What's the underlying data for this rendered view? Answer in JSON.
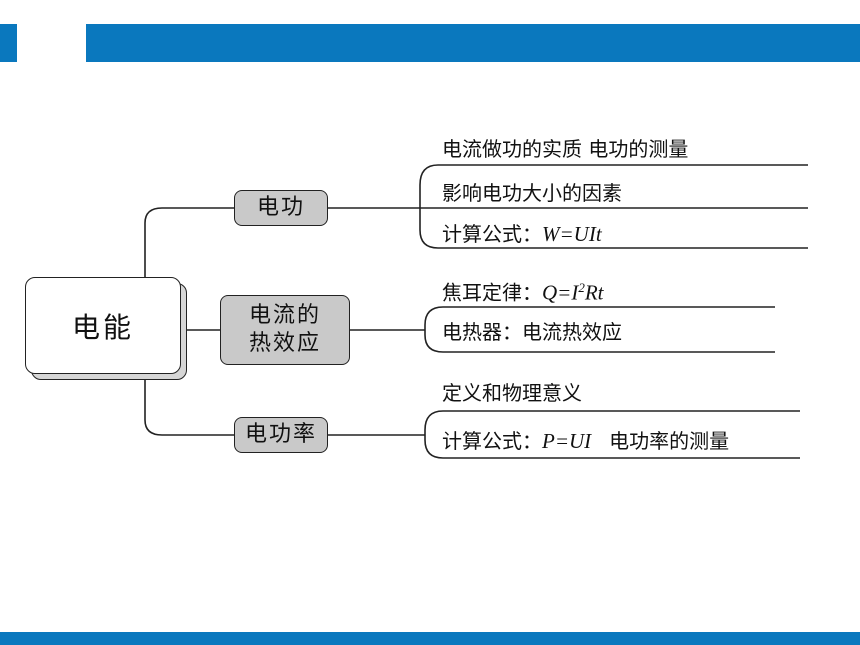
{
  "colors": {
    "header_bar": "#0a78be",
    "branch_fill": "#c9c9c9",
    "root_fill": "#ffffff"
  },
  "root": {
    "label": "电能"
  },
  "branches": [
    {
      "label": "电功",
      "leaves": [
        {
          "text": "电流做功的实质  电功的测量"
        },
        {
          "text": "影响电功大小的因素"
        },
        {
          "prefix": "计算公式：",
          "formula": "W=UIt"
        }
      ]
    },
    {
      "label_line1": "电流的",
      "label_line2": "热效应",
      "leaves": [
        {
          "prefix": "焦耳定律：",
          "formula_a": "Q=I",
          "formula_sup": "2",
          "formula_b": "Rt"
        },
        {
          "text": "电热器：电流热效应"
        }
      ]
    },
    {
      "label": "电功率",
      "leaves": [
        {
          "text": "定义和物理意义"
        },
        {
          "prefix": "计算公式：",
          "formula": "P=UI",
          "suffix": "电功率的测量"
        }
      ]
    }
  ]
}
